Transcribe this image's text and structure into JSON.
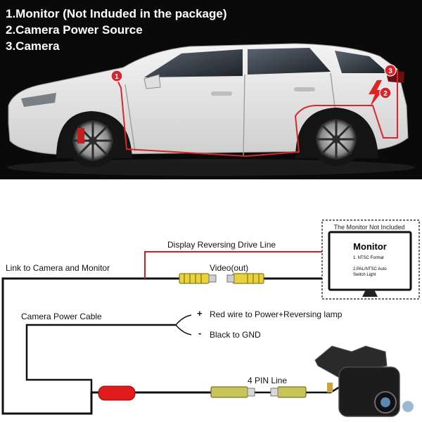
{
  "legend": {
    "line1": "1.Monitor  (Not Induded in the package)",
    "line2": "2.Camera Power Source",
    "line3": "3.Camera"
  },
  "callouts": {
    "c1": "1",
    "c2": "2",
    "c3": "3"
  },
  "wiring": {
    "display_line": "Display Reversing Drive Line",
    "link": "Link to Camera and Monitor",
    "video": "Video(out)",
    "power_cable": "Camera Power Cable",
    "plus_sign": "+",
    "minus_sign": "-",
    "red_wire": "Red wire to Power+Reversing lamp",
    "black_wire": "Black to GND",
    "four_pin": "4 PIN Line"
  },
  "monitor": {
    "caption": "The Monitor Not Included",
    "title": "Monitor",
    "spec1": "1. NTSC Format",
    "spec2_line1": "2.PAL/NTSC Auto",
    "spec2_line2": "Switch Light"
  },
  "colors": {
    "callout_red": "#d8262c",
    "wire_black": "#111111",
    "wire_red": "#e11b1b",
    "connector_yellow": "#e8d23a"
  }
}
